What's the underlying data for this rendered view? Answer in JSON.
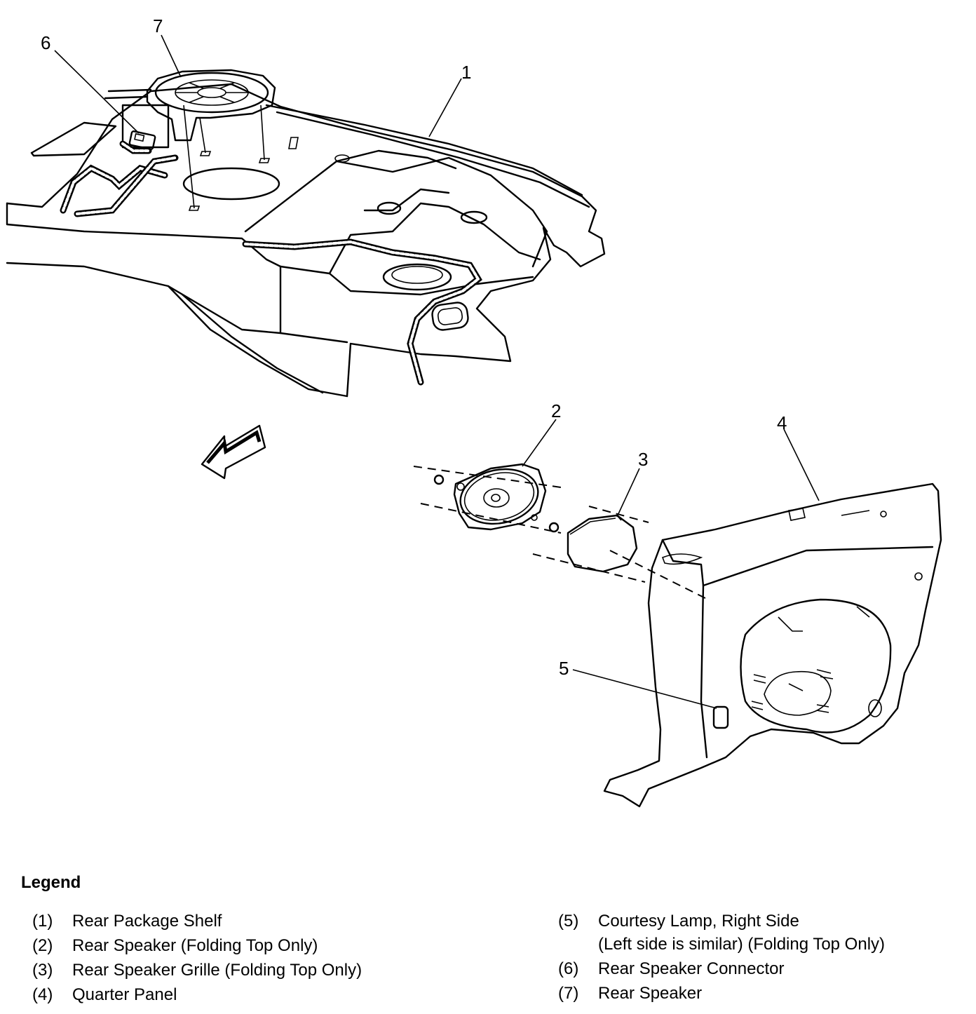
{
  "callouts": [
    "1",
    "2",
    "3",
    "4",
    "5",
    "6",
    "7"
  ],
  "legend": {
    "title": "Legend",
    "left_items": [
      {
        "num": "(1)",
        "text": "Rear Package Shelf"
      },
      {
        "num": "(2)",
        "text": "Rear Speaker (Folding Top Only)"
      },
      {
        "num": "(3)",
        "text": "Rear Speaker Grille (Folding Top Only)"
      },
      {
        "num": "(4)",
        "text": "Quarter Panel"
      }
    ],
    "right_items": [
      {
        "num": "(5)",
        "text": "Courtesy Lamp, Right Side",
        "sub": "(Left side is similar) (Folding Top Only)"
      },
      {
        "num": "(6)",
        "text": "Rear Speaker Connector"
      },
      {
        "num": "(7)",
        "text": "Rear Speaker"
      }
    ]
  },
  "icons": {
    "direction_arrow": "front-direction-arrow-icon"
  }
}
